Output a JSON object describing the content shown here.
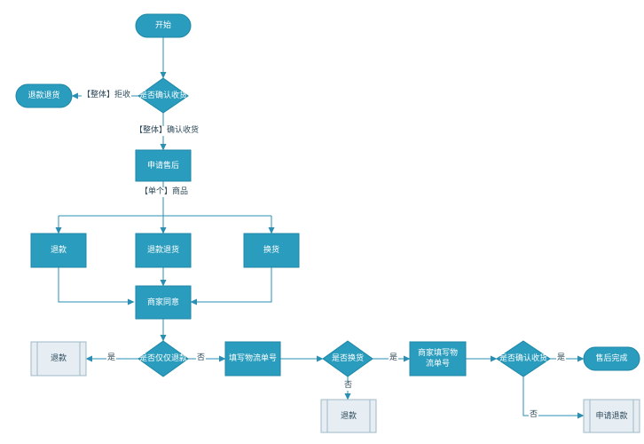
{
  "colors": {
    "fill": "#2a9cbd",
    "stroke": "#1f86a6",
    "line": "#2a8fb3",
    "light_fill": "#e6eef4",
    "light_stroke": "#9fb8c8",
    "text_light": "#ffffff",
    "text_dark": "#2e4a5a"
  },
  "nodes": {
    "start": "开始",
    "confirm_receipt": "是否确认收货",
    "refund_return_top": "退款退货",
    "apply_after_sale": "申请售后",
    "refund": "退款",
    "refund_return": "退款退货",
    "exchange": "换货",
    "merchant_agree": "商家同意",
    "refund_only_decision": "是否仅仅退款",
    "refund_box": "退款",
    "fill_tracking": "填写物流单号",
    "exchange_decision": "是否换货",
    "refund_box_bottom": "退款",
    "merchant_tracking": "商家填写物流单号",
    "confirm_receipt_2": "是否确认收货",
    "after_sale_done": "售后完成",
    "apply_refund": "申请退款"
  },
  "edge_labels": {
    "reject": "【整体】拒收",
    "whole_confirm": "【整体】确认收货",
    "single_item": "【单个】商品",
    "yes_1": "是",
    "no_1": "否",
    "yes_2": "是",
    "no_2": "否",
    "yes_3": "是",
    "no_3": "否"
  }
}
